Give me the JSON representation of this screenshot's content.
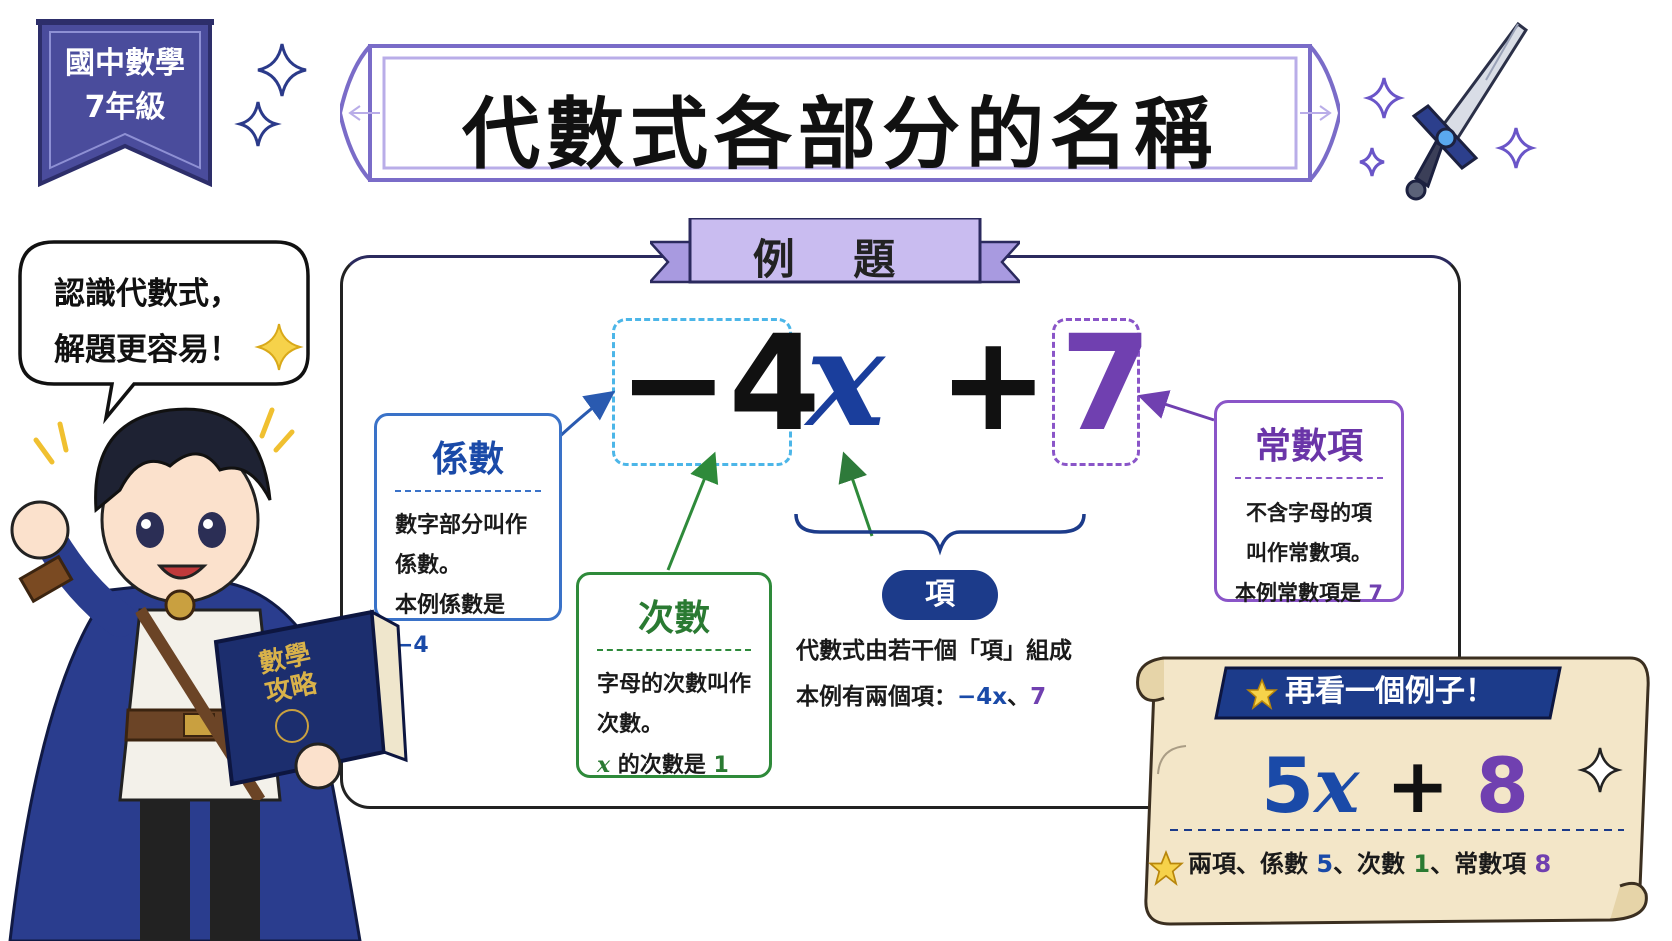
{
  "banner": {
    "line1": "國中數學",
    "line2": "7年級"
  },
  "title": "代數式各部分的名稱",
  "speech": {
    "line1": "認識代數式，",
    "line2": "解題更容易！"
  },
  "example_label": "例 題",
  "expression": {
    "coef": "−4",
    "var": "x",
    "plus": "+",
    "const": "7"
  },
  "coef_card": {
    "title": "係數",
    "line1": "數字部分叫作",
    "line2": "係數。",
    "line3_prefix": "本例係數是",
    "line3_value": "−4"
  },
  "degree_card": {
    "title": "次數",
    "line1": "字母的次數叫作",
    "line2": "次數。",
    "line3_var": "x",
    "line3_mid": "的次數是",
    "line3_value": "1"
  },
  "const_card": {
    "title": "常數項",
    "line1": "不含字母的項",
    "line2": "叫作常數項。",
    "line3_prefix": "本例常數項是",
    "line3_value": "7"
  },
  "term": {
    "label": "項",
    "desc1": "代數式由若干個「項」組成",
    "desc2_prefix": "本例有兩個項：",
    "desc2_term1": "−4x",
    "desc2_sep": "、",
    "desc2_term2": "7"
  },
  "scroll": {
    "title": "再看一個例子！",
    "expr_coef": "5",
    "expr_var": "x",
    "expr_plus": "+",
    "expr_const": "8",
    "summary_prefix": "兩項、係數",
    "summary_coef": "5",
    "summary_mid1": "、次數",
    "summary_deg": "1",
    "summary_mid2": "、常數項",
    "summary_const": "8"
  },
  "book": {
    "line1": "數學",
    "line2": "攻略"
  },
  "colors": {
    "navy": "#1c3b8a",
    "coef_blue": "#3a72c8",
    "degree_green": "#2e8a3a",
    "const_purple": "#8a55c8",
    "accent_sky": "#4cb6e8",
    "lavender": "#c9bcf0",
    "parchment": "#f3e6c8"
  }
}
